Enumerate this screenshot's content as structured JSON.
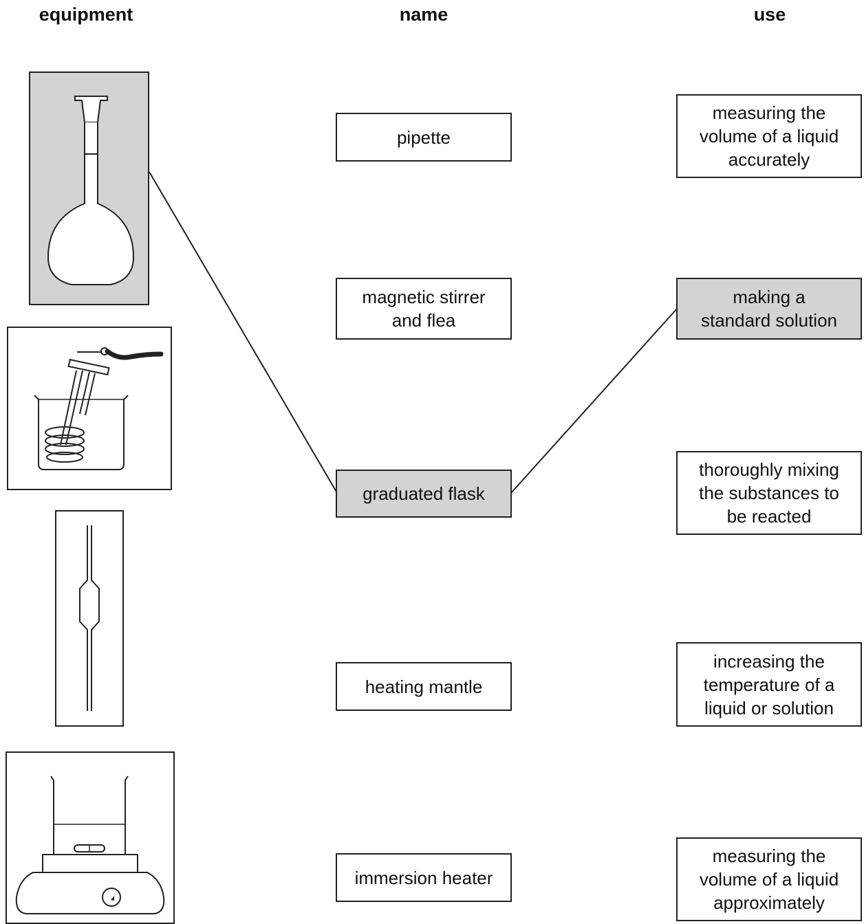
{
  "headers": {
    "equipment": "equipment",
    "name": "name",
    "use": "use"
  },
  "equipment": [
    {
      "icon": "volumetric-flask-icon",
      "highlighted": true
    },
    {
      "icon": "immersion-heater-icon",
      "highlighted": false
    },
    {
      "icon": "pipette-icon",
      "highlighted": false
    },
    {
      "icon": "magnetic-stirrer-icon",
      "highlighted": false
    }
  ],
  "names": [
    {
      "label": "pipette",
      "highlighted": false
    },
    {
      "label": "magnetic stirrer\nand flea",
      "highlighted": false
    },
    {
      "label": "graduated flask",
      "highlighted": true
    },
    {
      "label": "heating mantle",
      "highlighted": false
    },
    {
      "label": "immersion heater",
      "highlighted": false
    }
  ],
  "uses": [
    {
      "label": "measuring the\nvolume of a liquid\naccurately",
      "highlighted": false
    },
    {
      "label": "making a\nstandard solution",
      "highlighted": true
    },
    {
      "label": "thoroughly mixing\nthe substances to\nbe reacted",
      "highlighted": false
    },
    {
      "label": "increasing the\ntemperature of a\nliquid or solution",
      "highlighted": false
    },
    {
      "label": "measuring the\nvolume of a liquid\napproximately",
      "highlighted": false
    }
  ],
  "connections": [
    {
      "from": "equipment-1",
      "to": "name-graduated-flask"
    },
    {
      "from": "name-graduated-flask",
      "to": "use-making-a-standard-solution"
    }
  ]
}
